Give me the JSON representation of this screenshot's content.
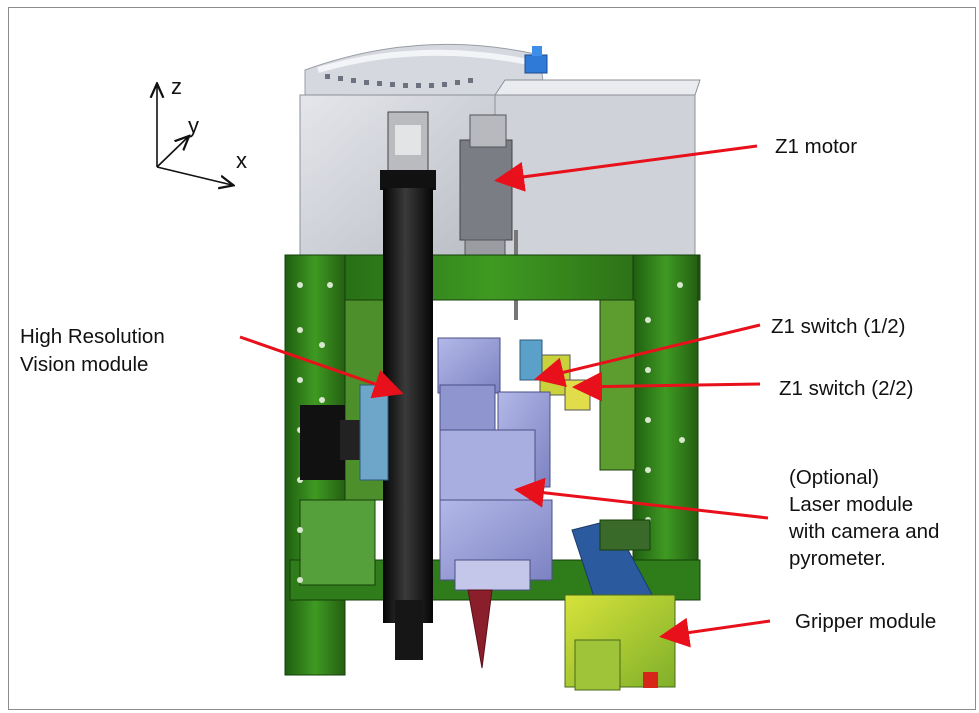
{
  "axes": {
    "z": "z",
    "y": "y",
    "x": "x"
  },
  "labels": {
    "z1_motor": "Z1 motor",
    "vision_line1": "High Resolution",
    "vision_line2": "Vision module",
    "z1_switch_1": "Z1 switch (1/2)",
    "z1_switch_2": "Z1 switch (2/2)",
    "laser_line1": "(Optional)",
    "laser_line2": "Laser module",
    "laser_line3": "with camera and",
    "laser_line4": "pyrometer.",
    "gripper": "Gripper module"
  },
  "colors": {
    "arrow": "#e8101a",
    "frame_green": "#2f7d1a",
    "plate": "#c9ccd3",
    "laser_block": "#9aa0d6"
  }
}
